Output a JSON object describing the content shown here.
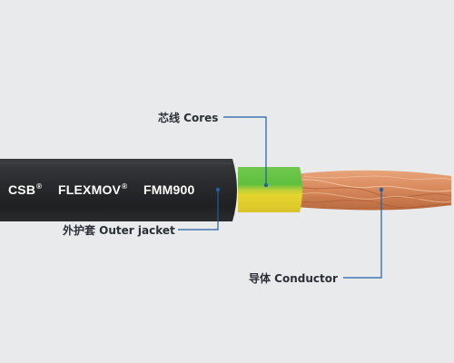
{
  "cable_print": {
    "brand": "CSB",
    "series": "FLEXMOV",
    "model": "FMM900",
    "registered_mark": "®"
  },
  "callouts": {
    "cores": "芯线 Cores",
    "outer_jacket": "外护套 Outer jacket",
    "conductor": "导体 Conductor"
  },
  "colors": {
    "background": "#e9eaec",
    "jacket": "#2a2b2d",
    "core_green": "#5fbf3f",
    "core_yellow": "#e6d52e",
    "conductor_copper": "#d6875a",
    "leader_line": "#1f5fa8"
  }
}
